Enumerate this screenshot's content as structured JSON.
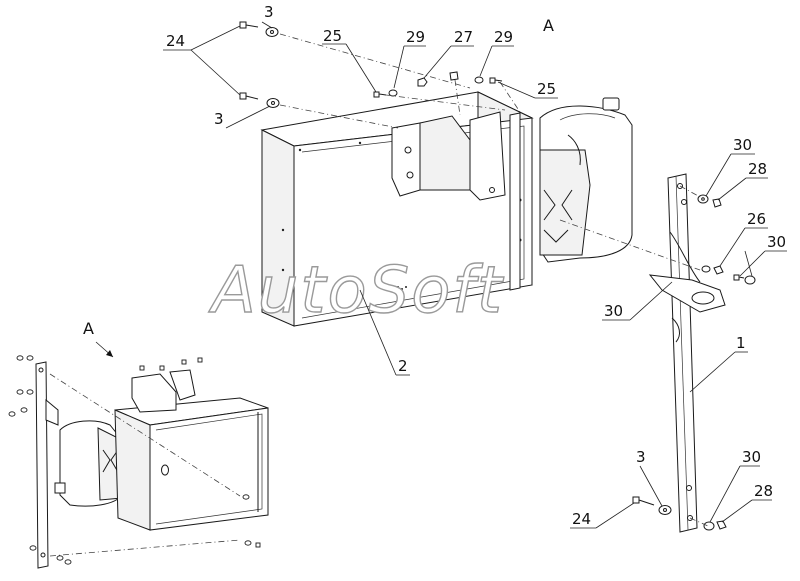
{
  "watermark": "AutoSoft",
  "view_label": "A",
  "view_arrow_label": "A",
  "callouts": [
    {
      "id": "c24a",
      "text": "24"
    },
    {
      "id": "c3a",
      "text": "3"
    },
    {
      "id": "c3b",
      "text": "3"
    },
    {
      "id": "c25a",
      "text": "25"
    },
    {
      "id": "c29a",
      "text": "29"
    },
    {
      "id": "c27",
      "text": "27"
    },
    {
      "id": "c29b",
      "text": "29"
    },
    {
      "id": "c25b",
      "text": "25"
    },
    {
      "id": "c30a",
      "text": "30"
    },
    {
      "id": "c28a",
      "text": "28"
    },
    {
      "id": "c26",
      "text": "26"
    },
    {
      "id": "c30b",
      "text": "30"
    },
    {
      "id": "c30c",
      "text": "30"
    },
    {
      "id": "c2",
      "text": "2"
    },
    {
      "id": "c1",
      "text": "1"
    },
    {
      "id": "c3c",
      "text": "3"
    },
    {
      "id": "c30d",
      "text": "30"
    },
    {
      "id": "c28b",
      "text": "28"
    },
    {
      "id": "c24b",
      "text": "24"
    }
  ]
}
